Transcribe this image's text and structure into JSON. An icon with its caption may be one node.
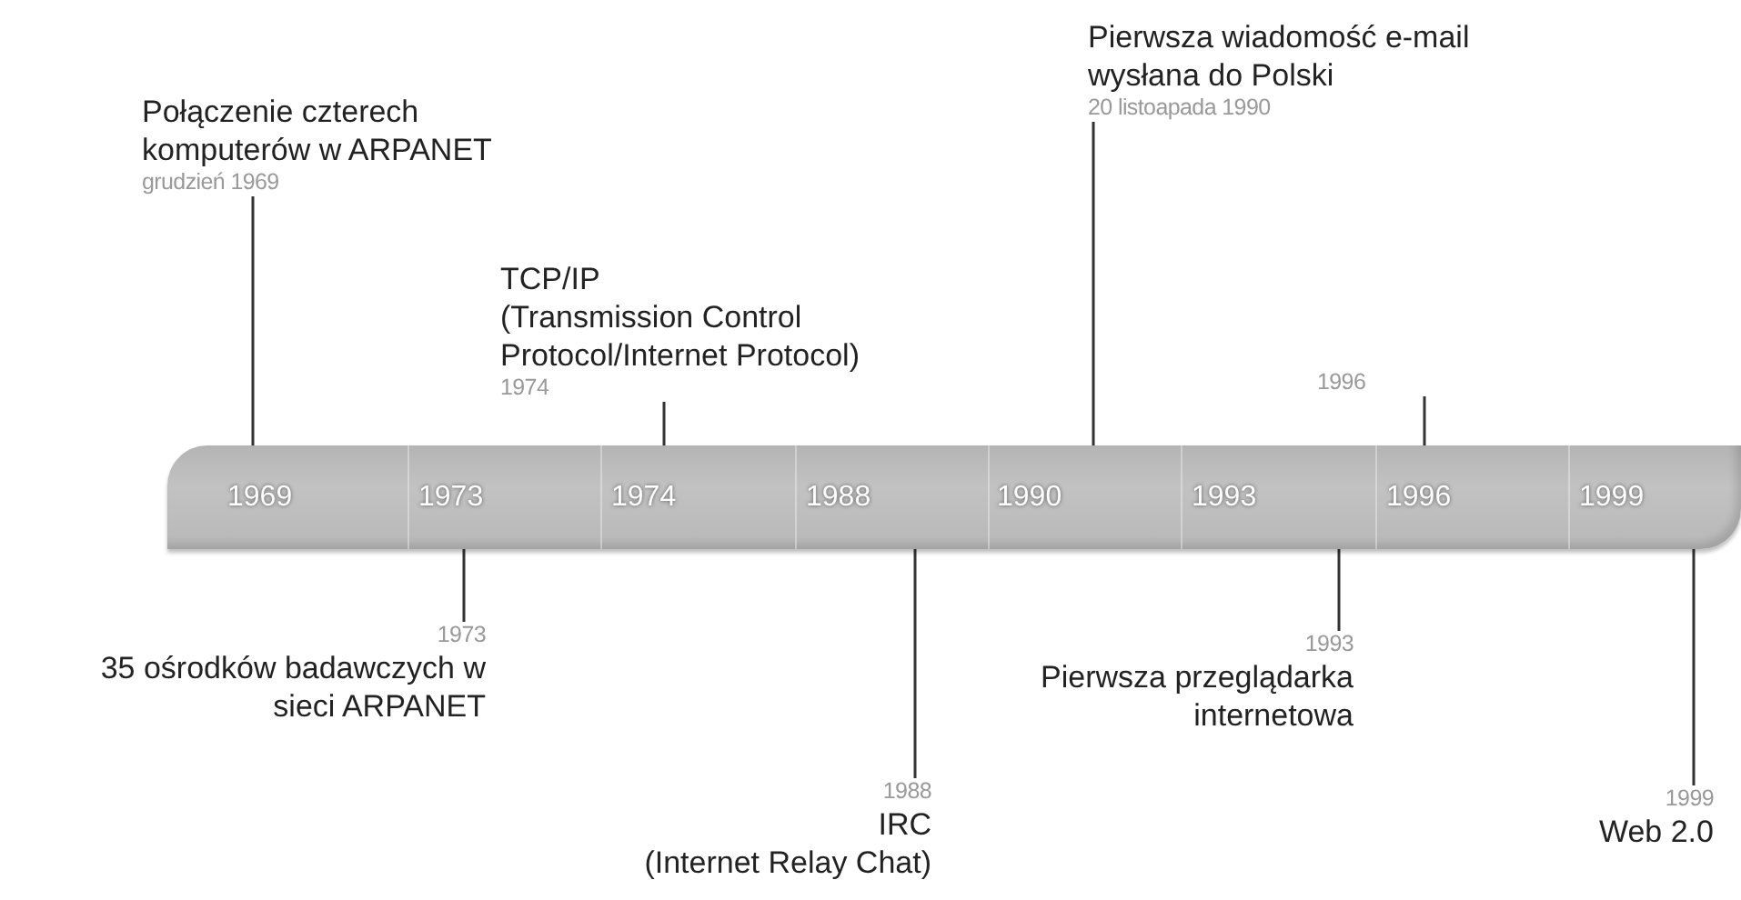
{
  "diagram": {
    "nodes": [
      {
        "text": [],
        "shape": "bar"
      },
      {
        "text": [
          "1969"
        ],
        "in": 0
      },
      {
        "text": [
          "1973"
        ],
        "in": 0
      },
      {
        "text": [
          "1974"
        ],
        "in": 0
      },
      {
        "text": [
          "1988"
        ],
        "in": 0
      },
      {
        "text": [
          "1990"
        ],
        "in": 0
      },
      {
        "text": [
          "1993"
        ],
        "in": 0
      },
      {
        "text": [
          "1996"
        ],
        "in": 0
      },
      {
        "text": [
          "1999"
        ],
        "in": 0
      },
      {
        "text": [
          "Pierwsza wiadomość e-mail wysłana do Polski",
          "20 listoapada 1990"
        ]
      },
      {
        "text": [
          "Połączenie czterech komputerów w ARPANET",
          "grudzień 1969"
        ]
      },
      {
        "text": [
          "TCP/IP",
          "(Transmission Control Protocol/Internet Protocol)",
          "1974"
        ]
      },
      {
        "text": [
          "1996"
        ]
      },
      {
        "text": [
          "1973",
          "35 ośrodków badawczych w sieci ARPANET"
        ]
      },
      {
        "text": [
          "1993",
          "Pierwsza przeglądarka internetowa"
        ]
      },
      {
        "text": [
          "1988",
          "IRC",
          "(Internet Relay Chat)"
        ]
      },
      {
        "text": [
          "1999",
          "Web 2.0"
        ]
      }
    ],
    "edges": [
      {
        "from": 9,
        "to": 5,
        "arrow": "none"
      },
      {
        "from": 10,
        "to": 1,
        "arrow": "none"
      },
      {
        "from": 11,
        "to": 3,
        "arrow": "none"
      },
      {
        "from": 12,
        "to": 7,
        "arrow": "none"
      },
      {
        "from": 13,
        "to": 2,
        "arrow": "none"
      },
      {
        "from": 14,
        "to": 6,
        "arrow": "none"
      },
      {
        "from": 15,
        "to": 4,
        "arrow": "none"
      },
      {
        "from": 16,
        "to": 8,
        "arrow": "none"
      }
    ]
  }
}
